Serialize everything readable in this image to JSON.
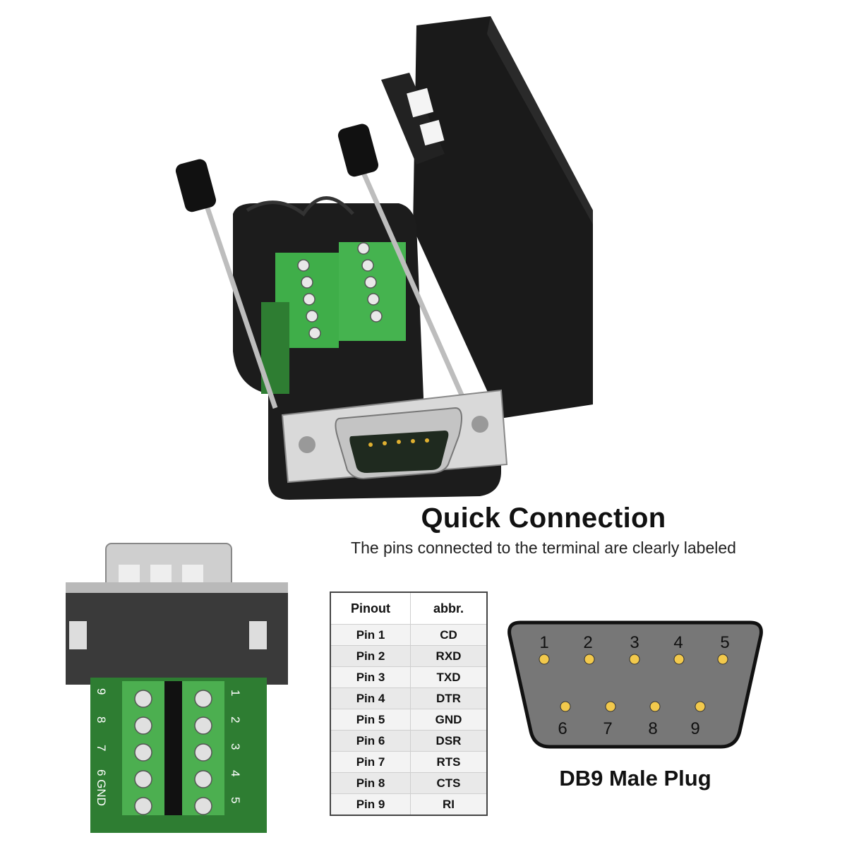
{
  "headline": "Quick Connection",
  "subline": "The pins connected to the terminal are clearly labeled",
  "table": {
    "headers": [
      "Pinout",
      "abbr."
    ],
    "rows": [
      {
        "pin": "Pin 1",
        "abbr": "CD"
      },
      {
        "pin": "Pin 2",
        "abbr": "RXD"
      },
      {
        "pin": "Pin 3",
        "abbr": "TXD"
      },
      {
        "pin": "Pin 4",
        "abbr": "DTR"
      },
      {
        "pin": "Pin 5",
        "abbr": "GND"
      },
      {
        "pin": "Pin 6",
        "abbr": "DSR"
      },
      {
        "pin": "Pin 7",
        "abbr": "RTS"
      },
      {
        "pin": "Pin 8",
        "abbr": "CTS"
      },
      {
        "pin": "Pin 9",
        "abbr": "RI"
      }
    ]
  },
  "plug": {
    "caption": "DB9 Male Plug",
    "top_row": [
      "1",
      "2",
      "3",
      "4",
      "5"
    ],
    "bottom_row": [
      "6",
      "7",
      "8",
      "9"
    ]
  },
  "board_labels": {
    "left": [
      "9",
      "8",
      "7",
      "6 GND"
    ],
    "right": [
      "1",
      "2",
      "3",
      "4",
      "5"
    ]
  },
  "colors": {
    "housing": "#1c1c1c",
    "terminal_green": "#4caf50",
    "pcb_green": "#2e7d32",
    "pin_gold": "#f2c94c",
    "plug_face": "#777777"
  }
}
